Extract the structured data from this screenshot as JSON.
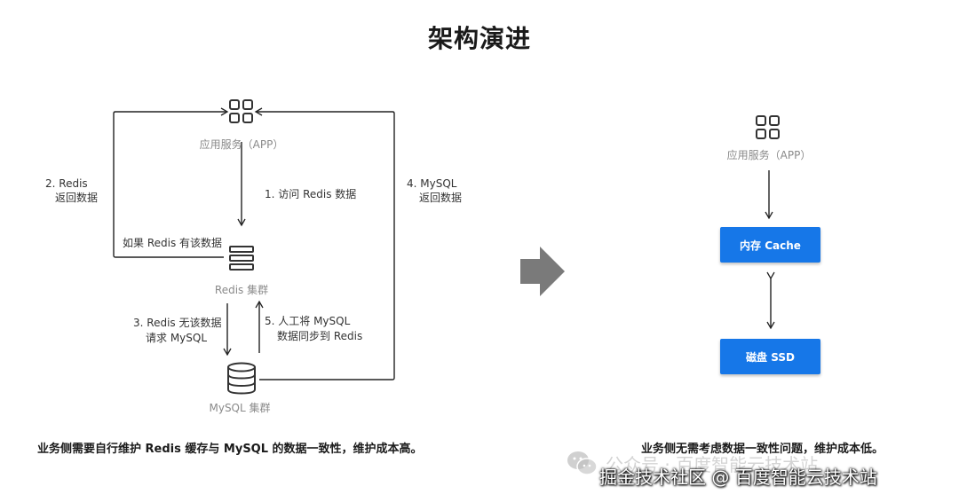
{
  "title": "架构演进",
  "left": {
    "app_label": "应用服务（APP）",
    "redis_label": "Redis 集群",
    "mysql_label": "MySQL 集群",
    "step1": "1. 访问 Redis 数据",
    "step2_line1": "2. Redis",
    "step2_line2": "返回数据",
    "if_redis": "如果 Redis 有该数据",
    "step3_line1": "3. Redis 无该数据",
    "step3_line2": "请求 MySQL",
    "step4_line1": "4. MySQL",
    "step4_line2": "返回数据",
    "step5_line1": "5. 人工将 MySQL",
    "step5_line2": "数据同步到 Redis",
    "caption": "业务侧需要自行维护 Redis 缓存与 MySQL 的数据一致性，维护成本高。"
  },
  "right": {
    "app_label": "应用服务（APP）",
    "cache_box": "内存 Cache",
    "ssd_box": "磁盘 SSD",
    "caption": "业务侧无需考虑数据一致性问题，维护成本低。"
  },
  "watermark": {
    "faint": "公众号 · 百度智能云技术站",
    "main": "掘金技术社区 @ 百度智能云技术站"
  },
  "colors": {
    "accent_blue": "#1677e8",
    "arrow_gray": "#7a7a7a",
    "line_dark": "#222222"
  },
  "icons": [
    "app-grid-icon",
    "server-stack-icon",
    "database-icon",
    "transition-arrow-icon",
    "wechat-icon"
  ]
}
